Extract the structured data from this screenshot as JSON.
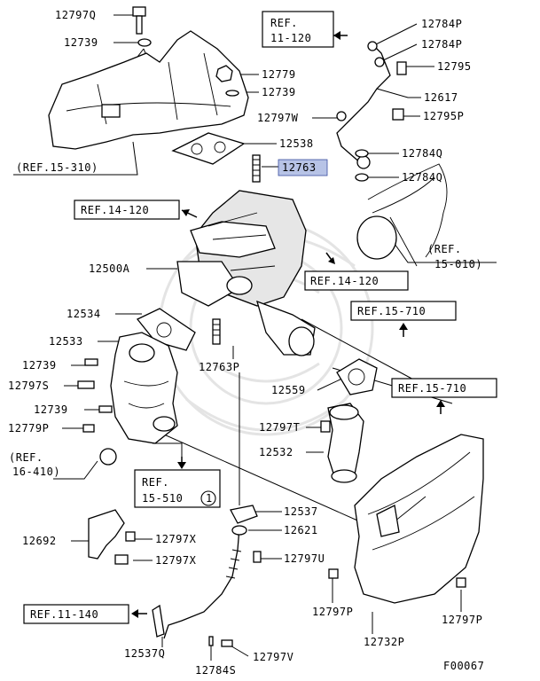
{
  "diagram": {
    "figure_id": "F00067",
    "highlighted_part": "12763",
    "part_labels": [
      {
        "id": "l12797Q",
        "text": "12797Q"
      },
      {
        "id": "l12739a",
        "text": "12739"
      },
      {
        "id": "l12779",
        "text": "12779"
      },
      {
        "id": "l12739b",
        "text": "12739"
      },
      {
        "id": "l12784Pa",
        "text": "12784P"
      },
      {
        "id": "l12784Pb",
        "text": "12784P"
      },
      {
        "id": "l12795",
        "text": "12795"
      },
      {
        "id": "l12617",
        "text": "12617"
      },
      {
        "id": "l12797W",
        "text": "12797W"
      },
      {
        "id": "l12795P",
        "text": "12795P"
      },
      {
        "id": "l12538",
        "text": "12538"
      },
      {
        "id": "l12784Qa",
        "text": "12784Q"
      },
      {
        "id": "l12763",
        "text": "12763"
      },
      {
        "id": "l12784Qb",
        "text": "12784Q"
      },
      {
        "id": "l12500A",
        "text": "12500A"
      },
      {
        "id": "l12534",
        "text": "12534"
      },
      {
        "id": "l12533",
        "text": "12533"
      },
      {
        "id": "l12739c",
        "text": "12739"
      },
      {
        "id": "l12797S",
        "text": "12797S"
      },
      {
        "id": "l12739d",
        "text": "12739"
      },
      {
        "id": "l12779P",
        "text": "12779P"
      },
      {
        "id": "l12763P",
        "text": "12763P"
      },
      {
        "id": "l12559",
        "text": "12559"
      },
      {
        "id": "l12797T",
        "text": "12797T"
      },
      {
        "id": "l12532",
        "text": "12532"
      },
      {
        "id": "l12692",
        "text": "12692"
      },
      {
        "id": "l12797Xa",
        "text": "12797X"
      },
      {
        "id": "l12797Xb",
        "text": "12797X"
      },
      {
        "id": "l12537",
        "text": "12537"
      },
      {
        "id": "l12621",
        "text": "12621"
      },
      {
        "id": "l12797U",
        "text": "12797U"
      },
      {
        "id": "l12797P",
        "text": "12797P"
      },
      {
        "id": "l12797Pb",
        "text": "12797P"
      },
      {
        "id": "l12732P",
        "text": "12732P"
      },
      {
        "id": "l12537Q",
        "text": "12537Q"
      },
      {
        "id": "l12784S",
        "text": "12784S"
      },
      {
        "id": "l12797V",
        "text": "12797V"
      }
    ],
    "refs": {
      "ref_11_120": {
        "line1": "REF.",
        "line2": "11-120"
      },
      "ref_15_310": {
        "line1": "(REF.15-310)"
      },
      "ref_14_120a": {
        "line1": "REF.14-120"
      },
      "ref_14_120b": {
        "line1": "REF.14-120"
      },
      "ref_15_010": {
        "line1": "(REF.",
        "line2": "15-010)"
      },
      "ref_15_710a": {
        "line1": "REF.15-710"
      },
      "ref_15_710b": {
        "line1": "REF.15-710"
      },
      "ref_16_410": {
        "line1": "(REF.",
        "line2": "16-410)"
      },
      "ref_15_510": {
        "line1": "REF.",
        "line2": "15-510",
        "badge": "1"
      },
      "ref_11_140": {
        "line1": "REF.11-140"
      }
    }
  }
}
